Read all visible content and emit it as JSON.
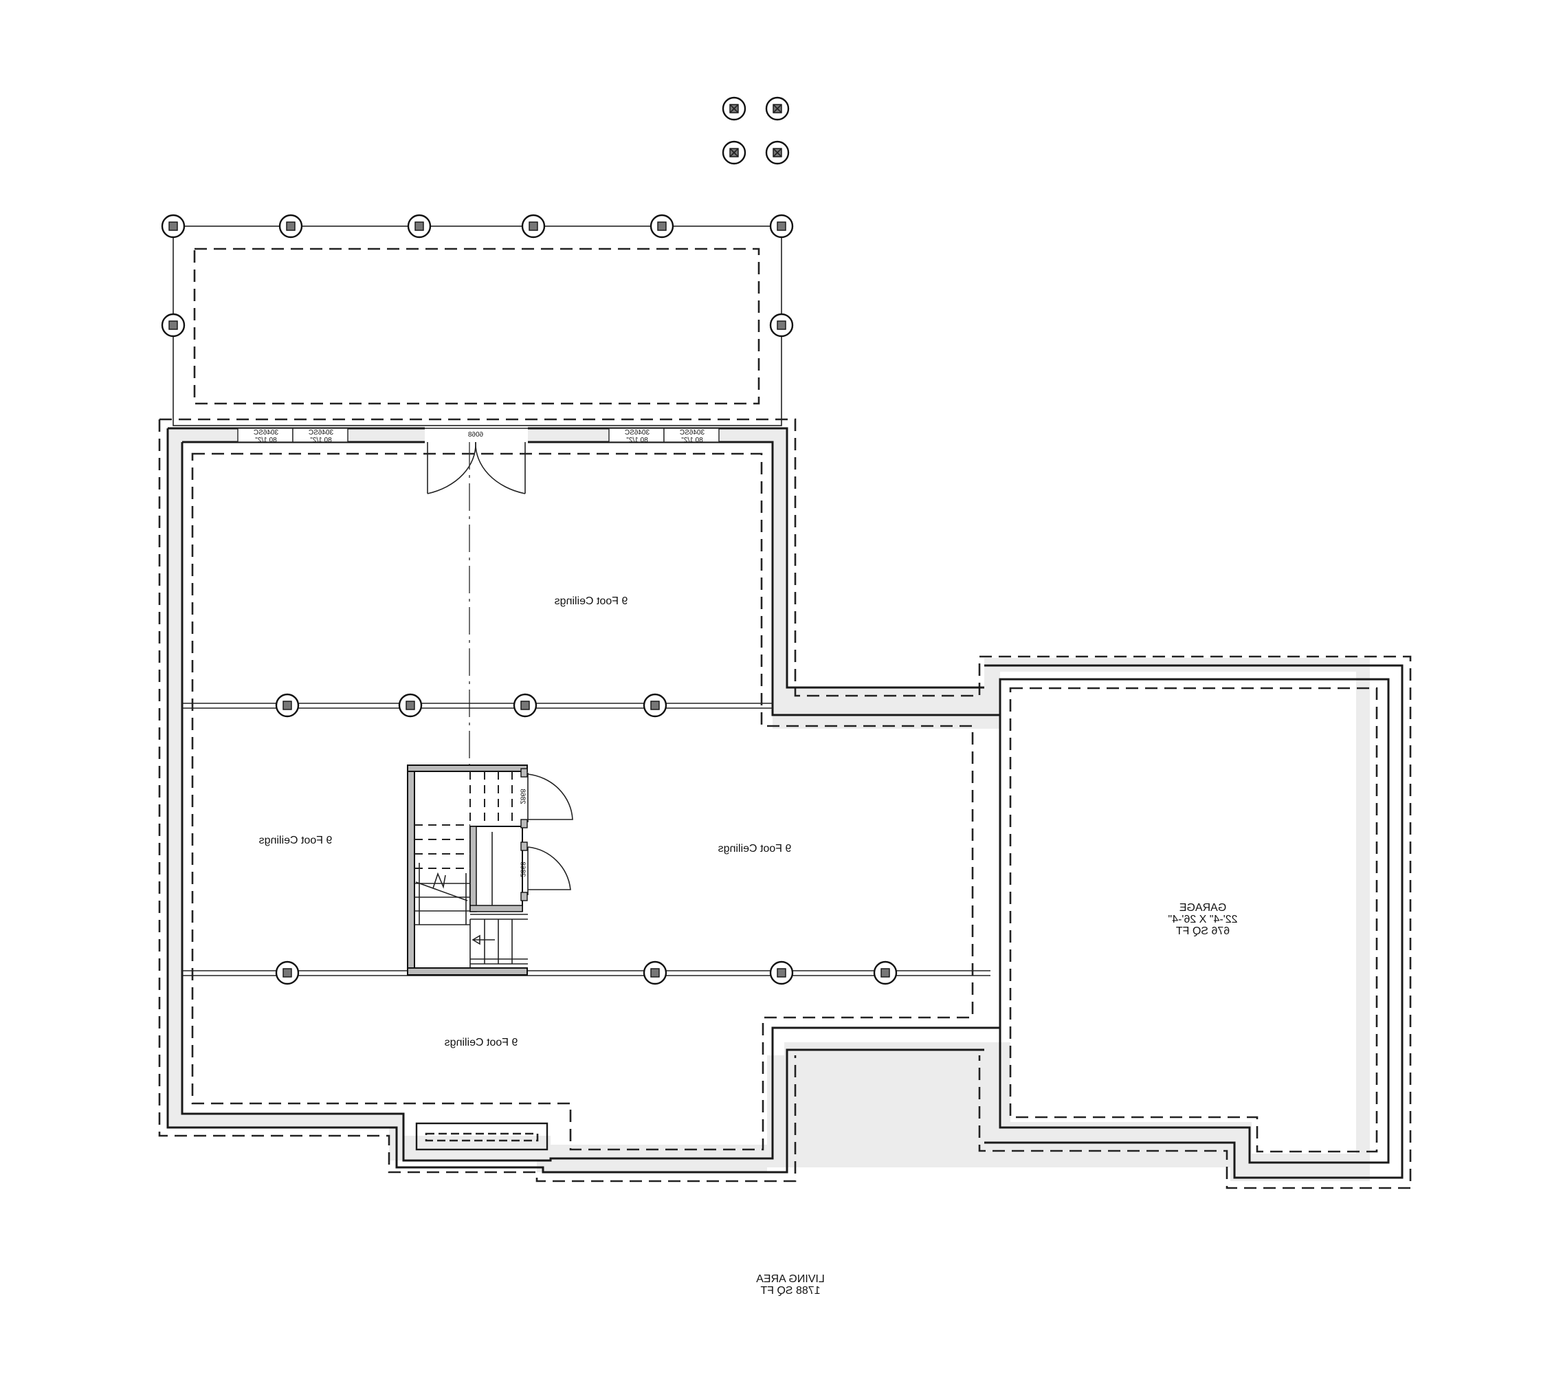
{
  "drawing": {
    "type": "floor plan (mirrored text)",
    "living_area": {
      "title": "LIVING AREA",
      "area": "1788 SQ FT"
    },
    "garage": {
      "title": "GARAGE",
      "dimensions": "22'-4\" X 26'-4\"",
      "area": "676 SQ FT"
    },
    "rooms": [
      {
        "label": "9 Foot Ceilings"
      },
      {
        "label": "9 Foot Ceilings"
      },
      {
        "label": "9 Foot Ceilings"
      },
      {
        "label": "9 Foot Ceilings"
      }
    ],
    "windows": [
      {
        "code": "3046SC",
        "height": "80 1/2\""
      },
      {
        "code": "3046SC",
        "height": "80 1/2\""
      },
      {
        "code": "3046SC",
        "height": "80 1/2\""
      },
      {
        "code": "3046SC",
        "height": "80 1/2\""
      }
    ],
    "doors": {
      "entry": "6068",
      "stair_doors": [
        "2868",
        "2868"
      ]
    },
    "stair": {
      "arrow": "up-arrow",
      "mark": "UP"
    },
    "legend_colors": {
      "line": "#1a1a1a",
      "slab": "#ececec",
      "post": "#777777"
    }
  }
}
